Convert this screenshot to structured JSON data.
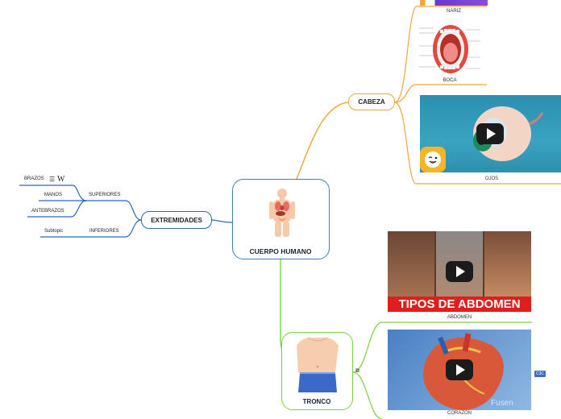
{
  "root": {
    "label": "CUERPO HUMANO"
  },
  "branches": {
    "extremidades": {
      "label": "EXTREMIDADES"
    },
    "cabeza": {
      "label": "CABEZA"
    },
    "tronco": {
      "label": "TRONCO"
    }
  },
  "extremidades_children": {
    "superiores": {
      "label": "SUPERIORES"
    },
    "inferiores": {
      "label": "INFERIORES"
    },
    "brazos": {
      "label": "BRAZOS"
    },
    "manos": {
      "label": "MANOS"
    },
    "antebrazos": {
      "label": "ANTEBRAZOS"
    },
    "subtopic": {
      "label": "Subtopic"
    },
    "wiki_mark": "W"
  },
  "cabeza_children": {
    "nariz": {
      "label": "NARIZ"
    },
    "boca": {
      "label": "BOCA"
    },
    "ojos": {
      "label": "OJOS"
    }
  },
  "tronco_children": {
    "abdomen": {
      "label": "ABDOMEN",
      "thumb_text": "TIPOS DE ABDOMEN"
    },
    "corazon": {
      "label": "CORAZÓN",
      "watermark": "Fusen"
    },
    "badge": "C3C"
  },
  "colors": {
    "root_border": "#3d7fc1",
    "blue_branch": "#2e67b8",
    "orange_branch": "#f2a43a",
    "green_branch": "#7bd23e"
  }
}
